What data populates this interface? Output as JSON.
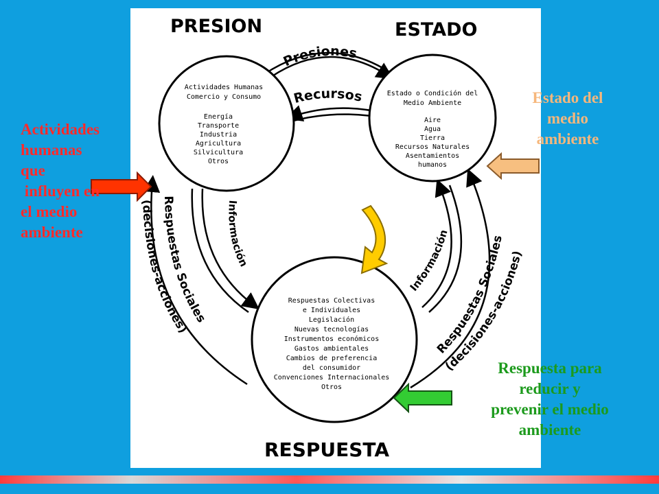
{
  "diagram": {
    "headings": {
      "pressure": "PRESION",
      "state": "ESTADO",
      "response": "RESPUESTA"
    },
    "arc_labels": {
      "pressures": "Presiones",
      "resources": "Recursos",
      "information_left": "Información",
      "information_right": "Información",
      "social_left_1": "Respuestas Sociales",
      "social_left_2": "(decisiones-acciones)",
      "social_right_1": "Respuestas Sociales",
      "social_right_2": "(decisiones-acciones)"
    },
    "pressure_circle": {
      "title": [
        "Actividades Humanas",
        "Comercio y Consumo"
      ],
      "items": [
        "Energía",
        "Transporte",
        "Industria",
        "Agricultura",
        "Silvicultura",
        "Otros"
      ]
    },
    "state_circle": {
      "title": [
        "Estado o Condición del",
        "Medio Ambiente"
      ],
      "items": [
        "Aire",
        "Agua",
        "Tierra",
        "Recursos Naturales",
        "Asentamientos",
        "humanos"
      ]
    },
    "response_circle": {
      "lines": [
        "Respuestas Colectivas",
        "e Individuales",
        "Legislación",
        "Nuevas tecnologías",
        "Instrumentos económicos",
        "Gastos ambientales",
        "Cambios de preferencia",
        "del consumidor",
        "Convenciones Internacionales",
        "Otros"
      ]
    }
  },
  "annotations": {
    "left": "Actividades\nhumanas\nque\n influyen en\nel medio\nambiente",
    "right_top": "Estado del\nmedio\nambiente",
    "right_bottom": "Respuesta para\nreducir y\nprevenir el medio\nambiente"
  },
  "colors": {
    "background": "#0f9fdf",
    "left_arrow": "#ff3300",
    "right_top_arrow": "#f7bf80",
    "right_bottom_arrow": "#33cc33",
    "center_arrow": "#ffcc00"
  }
}
